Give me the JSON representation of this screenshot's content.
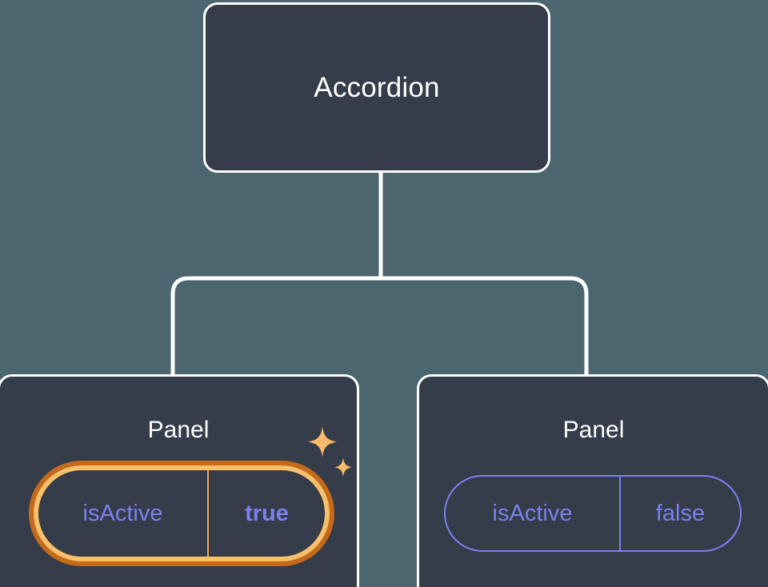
{
  "diagram": {
    "type": "component-tree",
    "background_color": "#4c6670",
    "node_fill_color": "#353c4a",
    "node_border_color": "#ffffff",
    "connector_color": "#ffffff",
    "highlight_outer_color": "#c46a1a",
    "highlight_inner_color": "#f8c06a",
    "prop_text_color": "#7d80ee",
    "sparkle_color": "#f7b96a",
    "root": {
      "title": "Accordion"
    },
    "children": [
      {
        "title": "Panel",
        "highlighted": true,
        "prop": {
          "key": "isActive",
          "value": "true"
        },
        "sparkle_large_icon": "sparkle-icon",
        "sparkle_small_icon": "sparkle-icon"
      },
      {
        "title": "Panel",
        "highlighted": false,
        "prop": {
          "key": "isActive",
          "value": "false"
        }
      }
    ]
  }
}
